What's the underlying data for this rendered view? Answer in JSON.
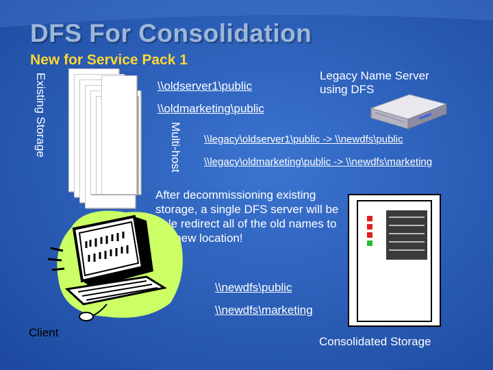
{
  "slide": {
    "title": "DFS For Consolidation",
    "subtitle": "New for Service Pack 1"
  },
  "existing_storage": {
    "label": "Existing Storage",
    "multihost_label": "Multi-host",
    "shares": [
      "\\\\oldserver1\\public",
      "\\\\oldmarketing\\public"
    ]
  },
  "legacy_server": {
    "label_line1": "Legacy Name Server",
    "label_line2": "using DFS"
  },
  "mappings": [
    {
      "from": "\\\\legacy\\oldserver1\\public",
      "arrow": "->",
      "to": "\\\\newdfs\\public"
    },
    {
      "from": "\\\\legacy\\oldmarketing\\public",
      "arrow": "->",
      "to": "\\\\newdfs\\marketing"
    }
  ],
  "note": "After decommissioning existing storage, a single DFS server will be able redirect all of the old names to the new location!",
  "new_shares": [
    "\\\\newdfs\\public",
    "\\\\newdfs\\marketing"
  ],
  "client": {
    "label": "Client"
  },
  "consolidated": {
    "label": "Consolidated Storage"
  },
  "colors": {
    "background": "#2a5db8",
    "title": "#9db7d9",
    "subtitle": "#ffd633",
    "monitor_blob": "#ccff66",
    "text": "#ffffff"
  },
  "icons": {
    "legacy_server": "server-box-icon",
    "client": "computer-clipart-icon",
    "consolidated": "server-rack-icon",
    "existing_storage": "stacked-documents-icon"
  }
}
